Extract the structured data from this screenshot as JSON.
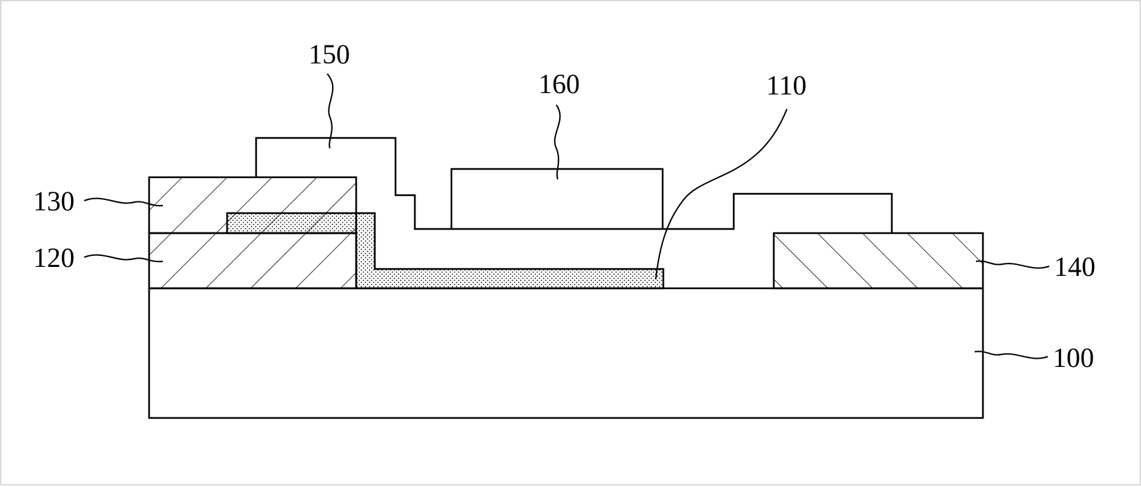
{
  "figure": {
    "colors": {
      "line": "#000000",
      "background": "#ffffff",
      "frame": "#d9d9d9"
    },
    "labels": {
      "l150": "150",
      "l160": "160",
      "l110": "110",
      "l130": "130",
      "l120": "120",
      "l140": "140",
      "l100": "100"
    }
  }
}
